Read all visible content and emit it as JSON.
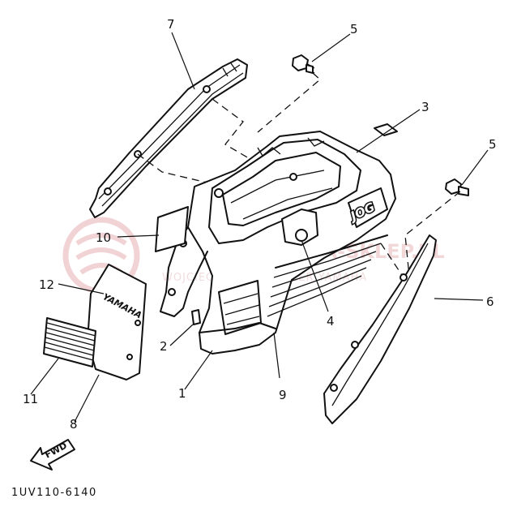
{
  "callouts": {
    "c1": "1",
    "c2": "2",
    "c3": "3",
    "c4": "4",
    "c5a": "5",
    "c5b": "5",
    "c6": "6",
    "c7": "7",
    "c8": "8",
    "c9": "9",
    "c10": "10",
    "c11": "11",
    "c12": "12"
  },
  "labels": {
    "diagram_code": "1UV110-6140",
    "fwd": "FWD",
    "brand_emblem": "YAMAHA",
    "model_badge": "JOG"
  },
  "watermark": {
    "main": "YAMA-SKLEP.PL",
    "sub": "WOJCIECHOWICZ DEALER YAMAHA"
  }
}
